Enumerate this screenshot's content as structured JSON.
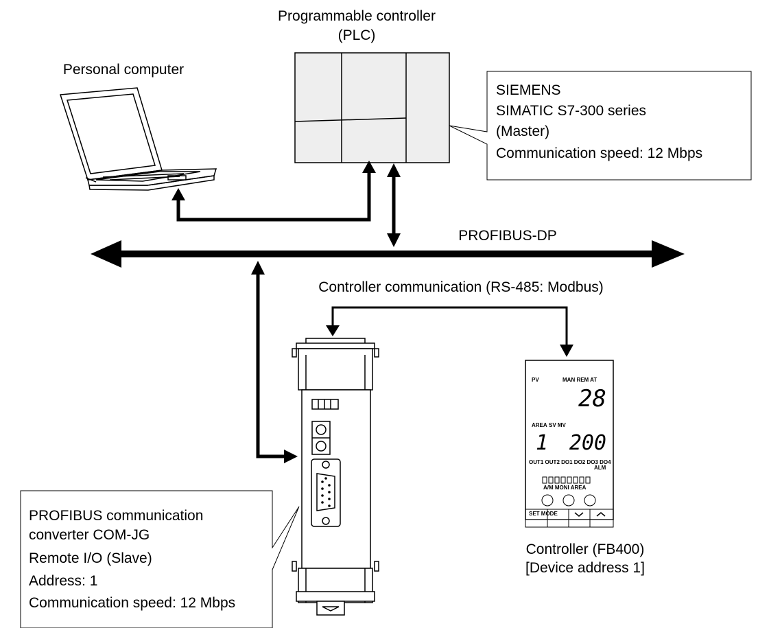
{
  "plc": {
    "title_line1": "Programmable controller",
    "title_line2": "(PLC)"
  },
  "plc_callout": {
    "line1": "SIEMENS",
    "line2": "SIMATIC S7-300 series",
    "line3": "(Master)",
    "line4": "Communication speed: 12 Mbps"
  },
  "pc": {
    "title": "Personal computer"
  },
  "bus": {
    "label": "PROFIBUS-DP"
  },
  "link": {
    "label": "Controller communication (RS-485: Modbus)"
  },
  "converter_callout": {
    "line1": "PROFIBUS communication",
    "line2": "converter COM-JG",
    "line3": "Remote I/O (Slave)",
    "line4": "Address: 1",
    "line5": "Communication speed: 12 Mbps"
  },
  "controller": {
    "caption_line1": "Controller (FB400)",
    "caption_line2": "[Device address 1]",
    "pv_label": "PV",
    "status_labels": "MAN REM AT",
    "pv_value": "28",
    "area_label": "AREA",
    "sv_mv_label": "SV MV",
    "area_value": "1",
    "sv_value": "200",
    "out_labels": "OUT1 OUT2 DO1 DO2 DO3 DO4",
    "alm_label": "ALM",
    "key_labels": "A/M  MONI  AREA",
    "bottom_keys": "SET  MODE"
  },
  "colors": {
    "line": "#000000",
    "plc_fill": "#eeeeee",
    "background": "#ffffff"
  }
}
